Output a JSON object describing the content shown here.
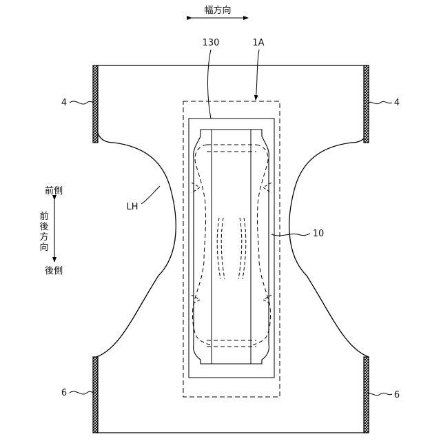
{
  "labels": {
    "width_direction": "幅方向",
    "ref_130": "130",
    "ref_1A": "1A",
    "ref_4_left": "4",
    "ref_4_right": "4",
    "ref_6_left": "6",
    "ref_6_right": "6",
    "ref_10": "10",
    "ref_LH": "LH",
    "front": "前側",
    "fb_dir_1": "前",
    "fb_dir_2": "後",
    "fb_dir_3": "方",
    "fb_dir_4": "向",
    "back": "後側"
  }
}
